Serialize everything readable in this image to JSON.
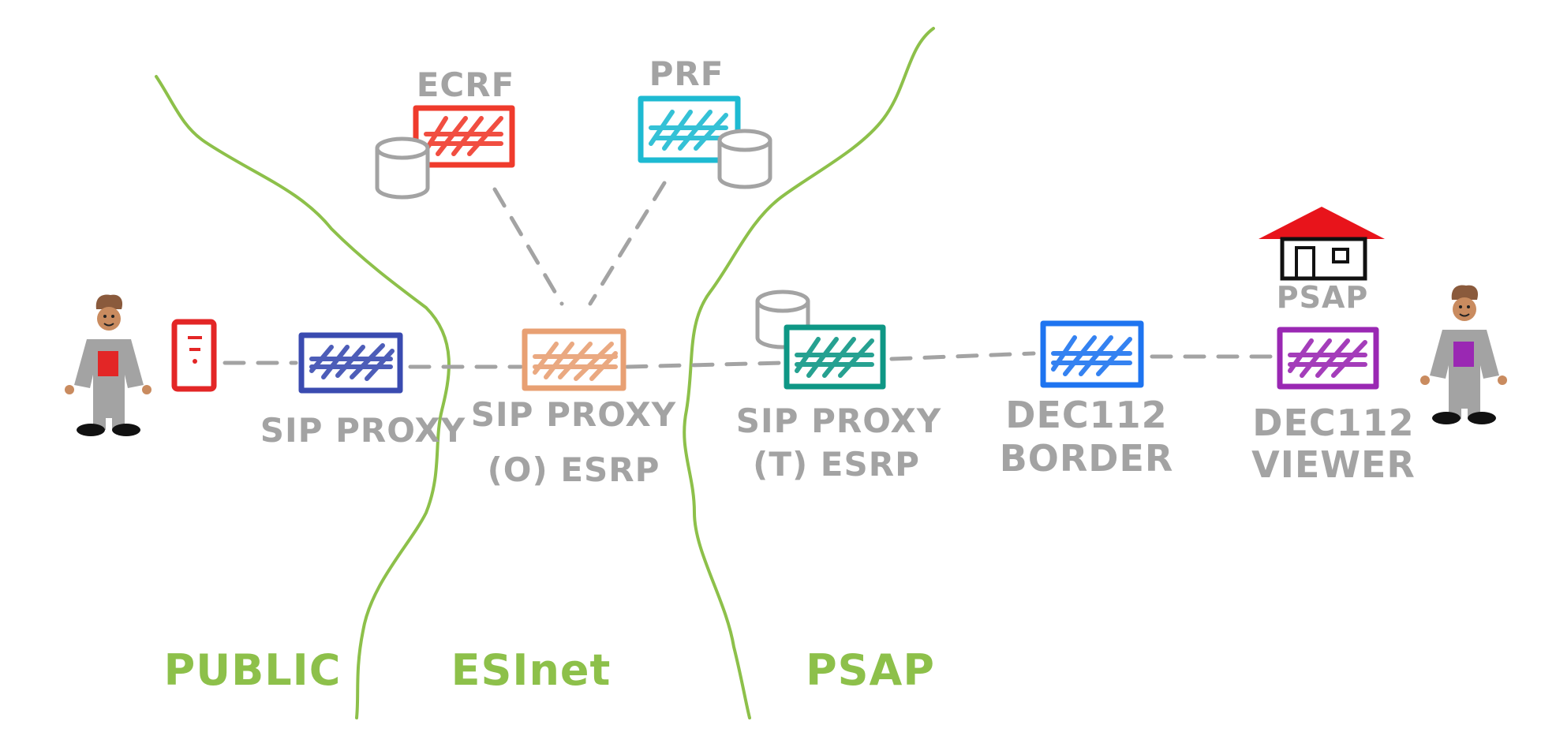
{
  "diagram": {
    "labels": {
      "ecrf": "ECRF",
      "prf": "PRF",
      "psap_building": "PSAP",
      "sip_proxy": "SIP PROXY",
      "esrp_o_line1": "SIP PROXY",
      "esrp_o_line2": "(O) ESRP",
      "esrp_t_line1": "SIP PROXY",
      "esrp_t_line2": "(T) ESRP",
      "border_line1": "DEC112",
      "border_line2": "BORDER",
      "viewer_line1": "DEC112",
      "viewer_line2": "VIEWER"
    },
    "zones": {
      "public": "PUBLIC",
      "esinet": "ESInet",
      "psap": "PSAP"
    },
    "icons": {
      "caller": "person-icon",
      "caller_device": "phone-icon",
      "operator": "person-icon",
      "psap_building": "house-icon",
      "database": "database-icon"
    },
    "colors": {
      "caller_device": "#e32626",
      "sip_proxy": "#3a4bb0",
      "esrp_o": "#e8a073",
      "ecrf": "#ef3b2c",
      "prf": "#1ebad2",
      "esrp_t": "#0e9785",
      "border": "#1e74f0",
      "viewer": "#9a28b3",
      "house_roof": "#e8141b",
      "zone_border": "#8dc04a",
      "text_gray": "#a3a3a3"
    }
  }
}
